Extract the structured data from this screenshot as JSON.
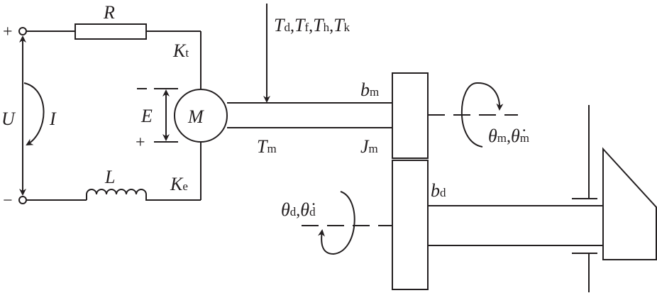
{
  "circuit": {
    "resistor": "R",
    "inductor": "L",
    "voltage": "U",
    "current": "I",
    "back_emf": "E",
    "motor": "M",
    "torque_constant": {
      "main": "K",
      "sub": "t"
    },
    "emf_constant": {
      "main": "K",
      "sub": "e"
    },
    "plus": "+",
    "minus": "−"
  },
  "mechanics": {
    "disturbance_torques": [
      {
        "main": "T",
        "sub": "d"
      },
      {
        "main": "T",
        "sub": "f"
      },
      {
        "main": "T",
        "sub": "h"
      },
      {
        "main": "T",
        "sub": "k"
      }
    ],
    "motor_torque": {
      "main": "T",
      "sub": "m"
    },
    "motor_damping": {
      "main": "b",
      "sub": "m"
    },
    "motor_inertia": {
      "main": "J",
      "sub": "m"
    },
    "load_damping": {
      "main": "b",
      "sub": "d"
    },
    "motor_angle": {
      "main": "θ",
      "sub": "m",
      "main2": "θ̇",
      "sub2": "m"
    },
    "load_angle": {
      "main": "θ",
      "sub": "d",
      "main2": "θ̇",
      "sub2": "d"
    }
  },
  "separator": ","
}
